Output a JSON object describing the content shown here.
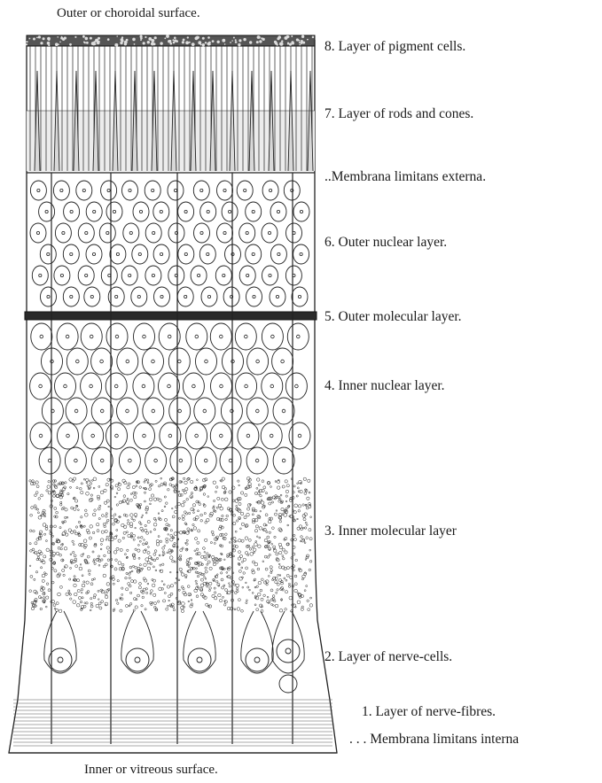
{
  "top_caption": "Outer or choroidal surface.",
  "bottom_caption": "Inner or vitreous surface.",
  "layers": [
    {
      "number": "8.",
      "label": "Layer of pigment cells."
    },
    {
      "number": "7.",
      "label": "Layer of rods and cones."
    },
    {
      "number": "",
      "label": "..Membrana limitans externa."
    },
    {
      "number": "6.",
      "label": "Outer nuclear layer."
    },
    {
      "number": "5.",
      "label": "Outer molecular layer."
    },
    {
      "number": "4.",
      "label": "Inner nuclear layer."
    },
    {
      "number": "3.",
      "label": "Inner molecular layer"
    },
    {
      "number": "2.",
      "label": "Layer of nerve-cells."
    },
    {
      "number": "1.",
      "label": "Layer of nerve-fibres."
    },
    {
      "number": "",
      "label": ". . . Membrana limitans interna"
    }
  ]
}
